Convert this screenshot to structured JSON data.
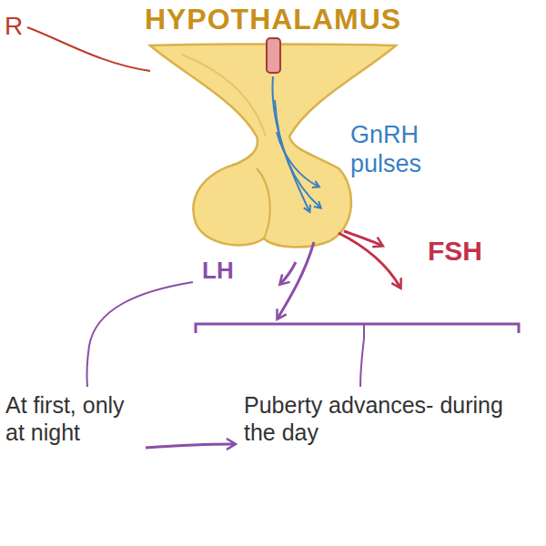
{
  "diagram": {
    "labels": [
      "R",
      "HYPOTHALAMUS",
      "GnRH pulses",
      "LH",
      "FSH",
      "At first, only at night",
      "Puberty advances- during the day"
    ]
  }
}
